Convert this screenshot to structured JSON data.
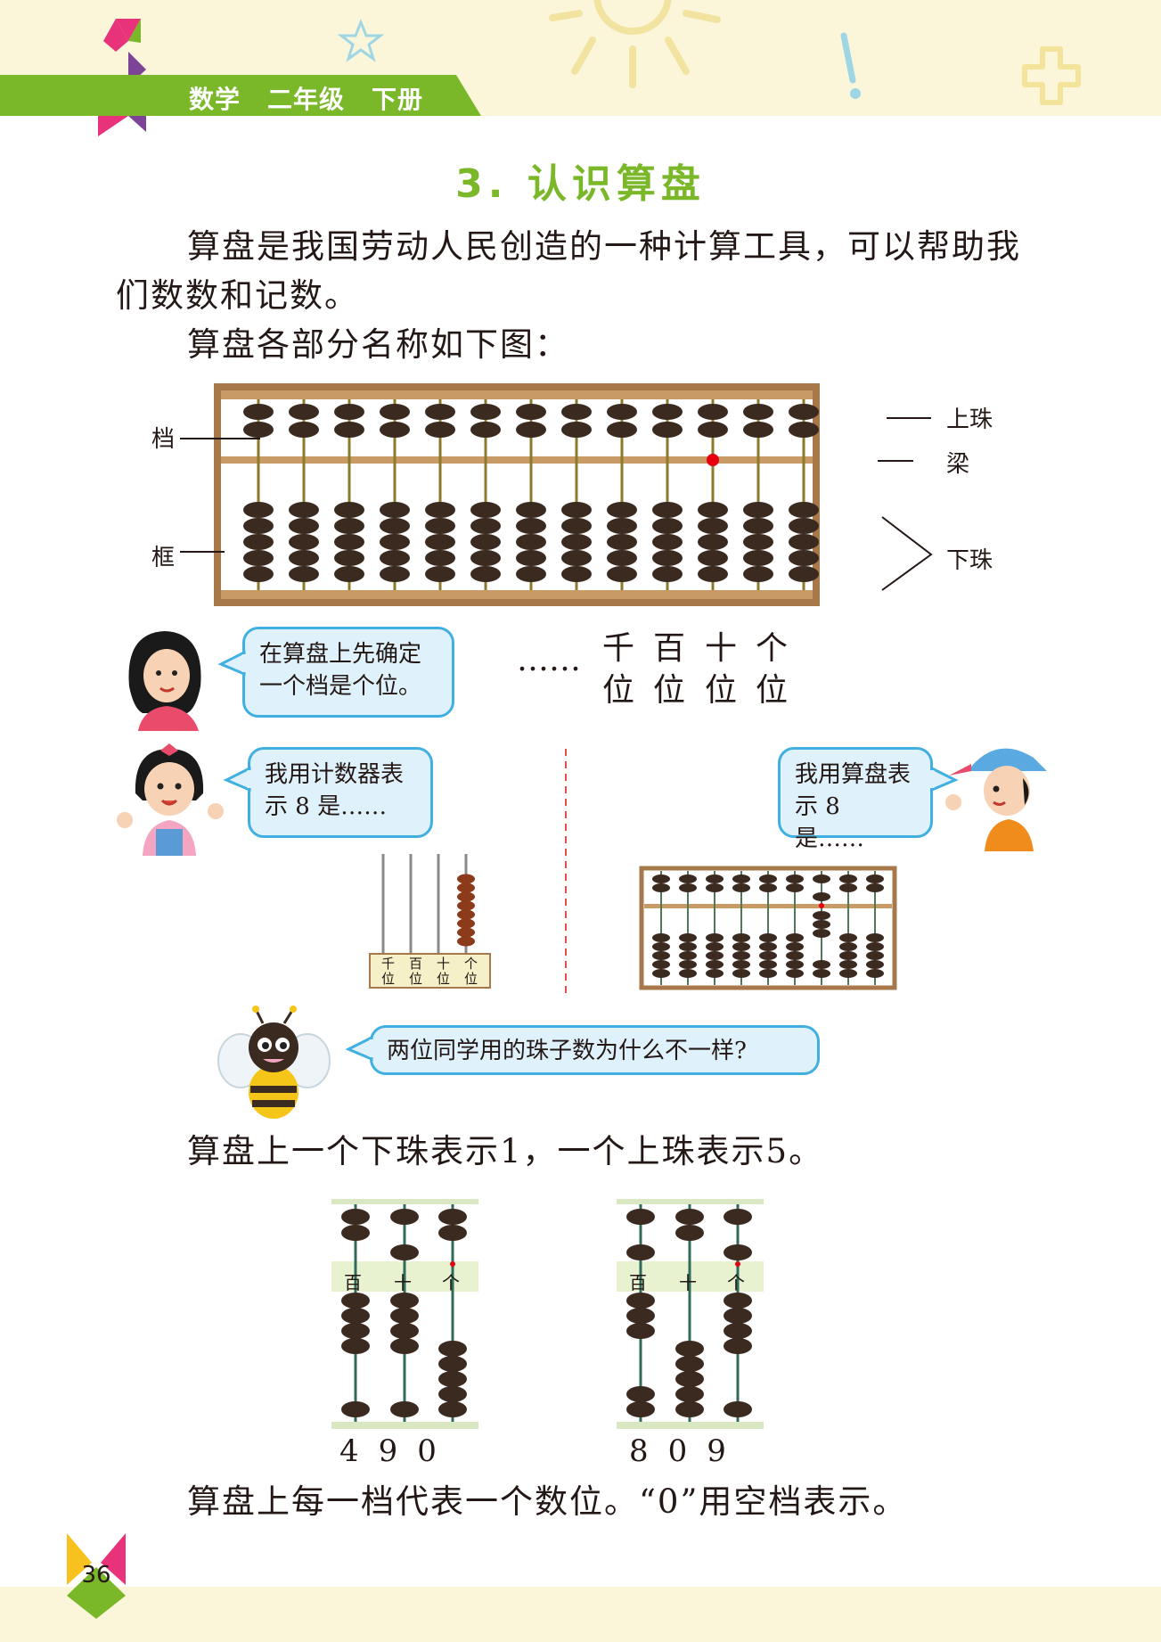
{
  "header": {
    "subject": "数学",
    "grade": "二年级",
    "volume": "下册"
  },
  "title": "3. 认识算盘",
  "intro": {
    "line1": "算盘是我国劳动人民创造的一种计算工具，可以帮助我",
    "line2": "们数数和记数。",
    "line3": "算盘各部分名称如下图："
  },
  "abacus_labels": {
    "rod": "档",
    "frame": "框",
    "upper_bead": "上珠",
    "beam": "梁",
    "lower_bead": "下珠"
  },
  "teacher_bubble": {
    "line1": "在算盘上先确定",
    "line2": "一个档是个位。"
  },
  "place_values": {
    "ellipsis": "……",
    "top": [
      "千",
      "百",
      "十",
      "个"
    ],
    "bottom": [
      "位",
      "位",
      "位",
      "位"
    ]
  },
  "girl_bubble": {
    "line1": "我用计数器表",
    "line2": "示 8 是……"
  },
  "boy_bubble": {
    "line1": "我用算盘表",
    "line2": "示 8 是……"
  },
  "counter_labels": [
    {
      "top": "千",
      "bottom": "位"
    },
    {
      "top": "百",
      "bottom": "位"
    },
    {
      "top": "十",
      "bottom": "位"
    },
    {
      "top": "个",
      "bottom": "位"
    }
  ],
  "bee_bubble": {
    "text": "两位同学用的珠子数为什么不一样?"
  },
  "rule_sentence": "算盘上一个下珠表示1，一个上珠表示5。",
  "examples": [
    {
      "places": [
        "百",
        "十",
        "个"
      ],
      "number": "490"
    },
    {
      "places": [
        "百",
        "十",
        "个"
      ],
      "number": "809"
    }
  ],
  "conclusion": "算盘上每一档代表一个数位。“0”用空档表示。",
  "page_number": "36",
  "colors": {
    "green": "#7ab82a",
    "bubble_border": "#41b0e0",
    "bubble_fill": "#dff1fb",
    "bead": "#3b2a20",
    "frame": "#a7794a"
  }
}
